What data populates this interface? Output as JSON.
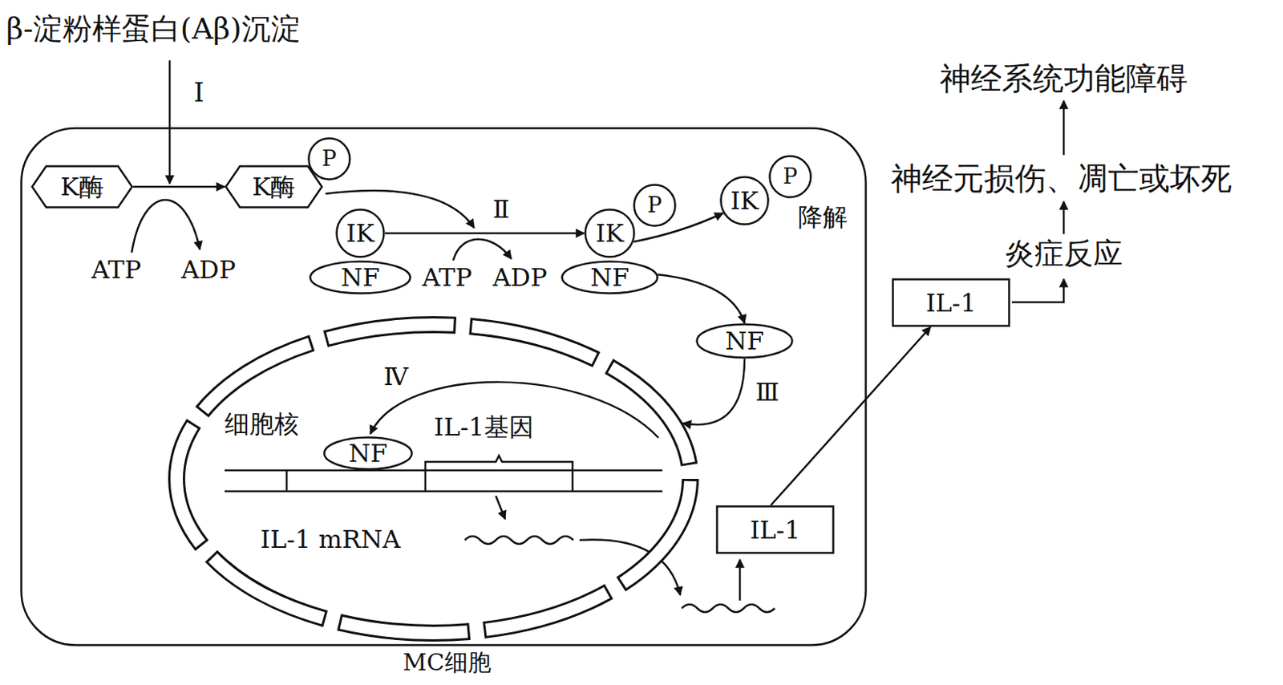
{
  "diagram": {
    "nodes": [
      {
        "text": [
          "MC细胞"
        ]
      },
      {
        "text": [
          "K酶"
        ],
        "in": 0
      },
      {
        "text": [
          "K酶"
        ],
        "in": 0
      },
      {
        "text": [
          "P"
        ],
        "in": 0
      },
      {
        "text": [
          "IK"
        ],
        "in": 0
      },
      {
        "text": [
          "NF"
        ],
        "in": 0
      },
      {
        "text": [
          "IK"
        ],
        "in": 0
      },
      {
        "text": [
          "P"
        ],
        "in": 0
      },
      {
        "text": [
          "NF"
        ],
        "in": 0
      },
      {
        "text": [
          "IK"
        ],
        "in": 0
      },
      {
        "text": [
          "P"
        ],
        "in": 0
      },
      {
        "text": [
          "NF"
        ],
        "in": 0
      },
      {
        "text": [
          "细胞核"
        ],
        "in": 0
      },
      {
        "text": [
          "NF"
        ],
        "in": 12
      },
      {
        "text": [
          "IL-1"
        ],
        "in": 0
      },
      {
        "text": [
          "IL-1"
        ]
      }
    ],
    "edges": [
      {
        "from": 1,
        "to": 2,
        "arrow": "to"
      },
      {
        "from": 4,
        "to": 6,
        "label": "Ⅱ",
        "arrow": "to"
      },
      {
        "from": 6,
        "to": 9,
        "arrow": "to"
      },
      {
        "from": 8,
        "to": 11,
        "arrow": "to"
      },
      {
        "from": 11,
        "to": 12,
        "label": "Ⅲ",
        "arrow": "to"
      },
      {
        "from": 14,
        "to": 15,
        "arrow": "to"
      }
    ],
    "labels": [
      "β-淀粉样蛋白(Aβ)沉淀",
      "Ⅰ",
      "ATP",
      "ADP",
      "ATP",
      "ADP",
      "降解",
      "Ⅳ",
      "IL-1基因",
      "IL-1 mRNA",
      "神经系统功能障碍",
      "神经元损伤、凋亡或坏死",
      "炎症反应"
    ]
  }
}
